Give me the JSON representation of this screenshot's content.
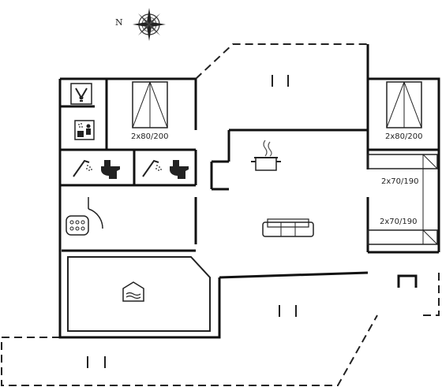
{
  "compass": {
    "north_label": "N",
    "icon": "compass-rose-icon"
  },
  "rooms": {
    "bedroom_left": {
      "bed_label": "2x80/200",
      "bed_icon": "double-bed-icon"
    },
    "bedroom_right_top": {
      "bed_label": "2x80/200",
      "bed_icon": "double-bed-icon"
    },
    "bedroom_right_mid": {
      "bed_label": "2x70/190",
      "bed_icon": "bunk-bed-icon"
    },
    "bedroom_right_low": {
      "bed_label": "2x70/190",
      "bed_icon": "bunk-bed-icon"
    }
  },
  "icons": {
    "washing_machine": "washing-machine-icon",
    "sauna": "sauna-icon",
    "shower_1": "shower-icon",
    "toilet_1": "toilet-icon",
    "shower_2": "shower-icon",
    "toilet_2": "toilet-icon",
    "whirlpool": "whirlpool-icon",
    "kitchen": "kitchen-pot-icon",
    "sofa": "sofa-icon",
    "pool": "indoor-pool-icon"
  }
}
